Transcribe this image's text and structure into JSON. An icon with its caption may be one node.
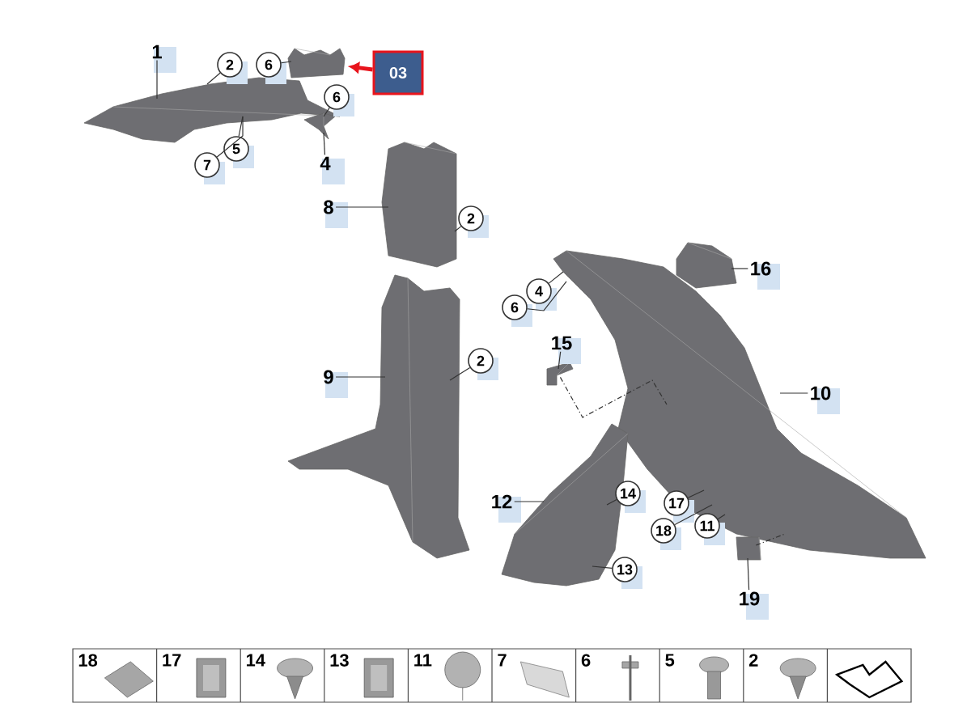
{
  "diagram": {
    "nodes": [
      {
        "text": [
          "1"
        ]
      },
      {
        "text": [
          "2"
        ]
      },
      {
        "text": [
          "6"
        ]
      },
      {
        "text": [
          "03"
        ]
      },
      {
        "text": [
          "6"
        ]
      },
      {
        "text": [
          "4"
        ]
      },
      {
        "text": [
          "7"
        ]
      },
      {
        "text": [
          "5"
        ]
      },
      {
        "text": [
          "8"
        ]
      },
      {
        "text": [
          "2"
        ]
      },
      {
        "text": [
          "6"
        ]
      },
      {
        "text": [
          "4"
        ]
      },
      {
        "text": [
          "16"
        ]
      },
      {
        "text": [
          "15"
        ]
      },
      {
        "text": [
          "9"
        ]
      },
      {
        "text": [
          "2"
        ]
      },
      {
        "text": [
          "10"
        ]
      },
      {
        "text": [
          "12"
        ]
      },
      {
        "text": [
          "14"
        ]
      },
      {
        "text": [
          "17"
        ]
      },
      {
        "text": [
          "18"
        ]
      },
      {
        "text": [
          "11"
        ]
      },
      {
        "text": [
          "13"
        ]
      },
      {
        "text": [
          "19"
        ]
      },
      {
        "text": [],
        "shape": "picture"
      },
      {
        "text": [],
        "shape": "picture"
      },
      {
        "text": [],
        "shape": "picture"
      },
      {
        "text": [],
        "shape": "picture"
      },
      {
        "text": [],
        "shape": "picture"
      },
      {
        "text": [],
        "shape": "picture"
      },
      {
        "text": [],
        "shape": "picture"
      },
      {
        "text": [],
        "shape": "picture"
      },
      {
        "text": [],
        "shape": "picture"
      },
      {
        "text": [],
        "shape": "picture"
      }
    ],
    "edges": [
      {
        "from": 0,
        "to": 24,
        "arrow": "none"
      },
      {
        "from": 1,
        "to": 24,
        "arrow": "none"
      },
      {
        "from": 2,
        "to": 25,
        "arrow": "none"
      },
      {
        "from": 3,
        "to": 25,
        "arrow": "to",
        "style": "thick",
        "color": "#e8141c"
      },
      {
        "from": 4,
        "to": 26,
        "arrow": "none"
      },
      {
        "from": 5,
        "to": 26,
        "arrow": "none"
      },
      {
        "from": 6,
        "to": 24,
        "arrow": "none"
      },
      {
        "from": 7,
        "to": 24,
        "arrow": "none"
      },
      {
        "from": 8,
        "to": 27,
        "arrow": "none"
      },
      {
        "from": 9,
        "to": 27,
        "arrow": "none"
      },
      {
        "from": 10,
        "to": 29,
        "arrow": "none"
      },
      {
        "from": 11,
        "to": 29,
        "arrow": "none"
      },
      {
        "from": 12,
        "to": 30,
        "arrow": "none"
      },
      {
        "from": 13,
        "to": 31,
        "arrow": "none"
      },
      {
        "from": 14,
        "to": 28,
        "arrow": "none"
      },
      {
        "from": 15,
        "to": 28,
        "arrow": "none"
      },
      {
        "from": 16,
        "to": 29,
        "arrow": "none"
      },
      {
        "from": 17,
        "to": 32,
        "arrow": "none"
      },
      {
        "from": 18,
        "to": 32,
        "arrow": "none"
      },
      {
        "from": 19,
        "to": 29,
        "arrow": "none"
      },
      {
        "from": 20,
        "to": 29,
        "arrow": "none"
      },
      {
        "from": 21,
        "to": 29,
        "arrow": "none"
      },
      {
        "from": 22,
        "to": 32,
        "arrow": "none"
      },
      {
        "from": 23,
        "to": 33,
        "arrow": "none"
      },
      {
        "from": 31,
        "to": 29,
        "arrow": "none",
        "style": "dashed"
      },
      {
        "from": 33,
        "to": 29,
        "arrow": "none",
        "style": "dashed"
      }
    ],
    "labels": [
      "18",
      "17",
      "14",
      "13",
      "11",
      "7",
      "6",
      "5",
      "2"
    ]
  }
}
